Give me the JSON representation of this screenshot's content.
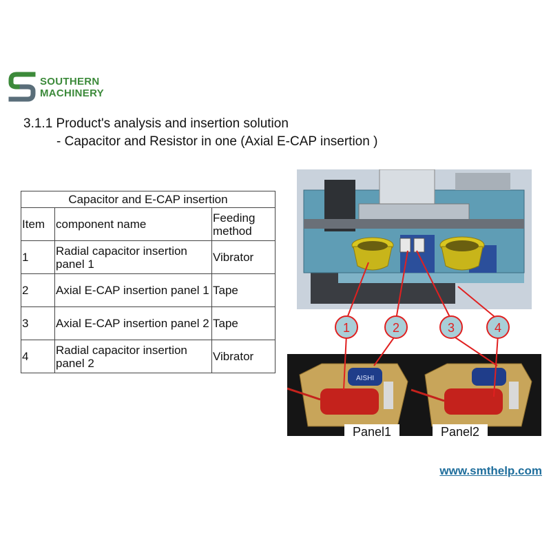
{
  "brand": {
    "line1": "SOUTHERN",
    "line2": "MACHINERY",
    "green": "#3c8a3a"
  },
  "heading": {
    "line1": "3.1.1 Product's analysis and insertion solution",
    "line2": "- Capacitor and Resistor in one (Axial E-CAP insertion )"
  },
  "table": {
    "caption": "Capacitor and E-CAP insertion",
    "headers": [
      "Item",
      "component name",
      "Feeding method"
    ],
    "rows": [
      [
        "1",
        "Radial capacitor insertion panel 1",
        "Vibrator"
      ],
      [
        "2",
        "Axial E-CAP insertion panel 1",
        "Tape"
      ],
      [
        "3",
        "Axial E-CAP insertion panel 2",
        "Tape"
      ],
      [
        "4",
        "Radial capacitor insertion panel 2",
        "Vibrator"
      ]
    ]
  },
  "callouts": [
    "1",
    "2",
    "3",
    "4"
  ],
  "panels": [
    "Panel1",
    "Panel2"
  ],
  "website": "www.smthelp.com",
  "capacitor_brand": "AISHI"
}
